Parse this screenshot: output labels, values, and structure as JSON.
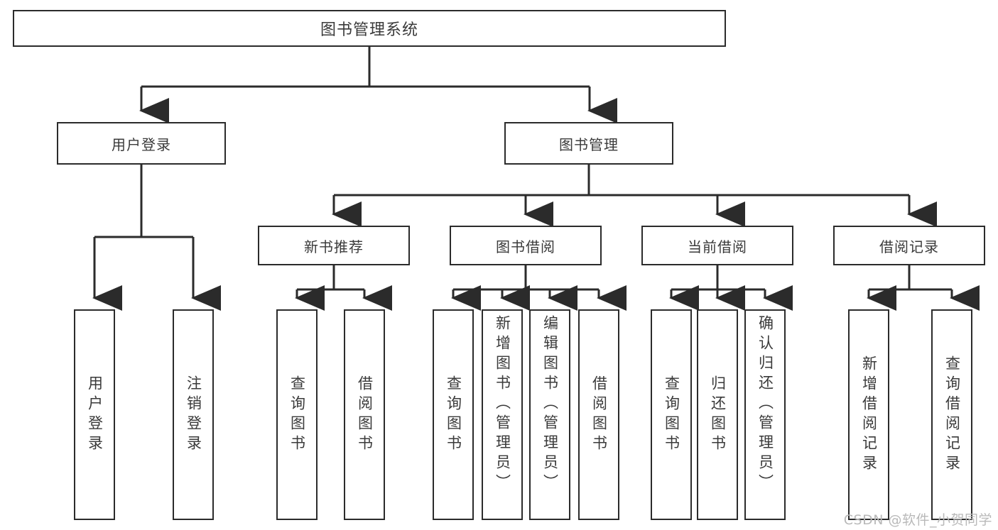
{
  "diagram": {
    "type": "tree",
    "title": "图书管理系统",
    "stroke_color": "#2b2b2b",
    "text_color": "#3a3a3a",
    "background": "#ffffff"
  },
  "root": {
    "label": "图书管理系统"
  },
  "level2": [
    {
      "label": "用户登录"
    },
    {
      "label": "图书管理"
    }
  ],
  "level3": [
    {
      "label": "新书推荐"
    },
    {
      "label": "图书借阅"
    },
    {
      "label": "当前借阅"
    },
    {
      "label": "借阅记录"
    }
  ],
  "leaves": [
    {
      "label": "用户登录"
    },
    {
      "label": "注销登录"
    },
    {
      "label": "查询图书"
    },
    {
      "label": "借阅图书"
    },
    {
      "label": "查询图书"
    },
    {
      "label": "新增图书（管理员）"
    },
    {
      "label": "编辑图书（管理员）"
    },
    {
      "label": "借阅图书"
    },
    {
      "label": "查询图书"
    },
    {
      "label": "归还图书"
    },
    {
      "label": "确认归还（管理员）"
    },
    {
      "label": "新增借阅记录"
    },
    {
      "label": "查询借阅记录"
    }
  ],
  "watermark": {
    "text": "CSDN @软件_小贺同学",
    "color": "#b9b9b9"
  }
}
